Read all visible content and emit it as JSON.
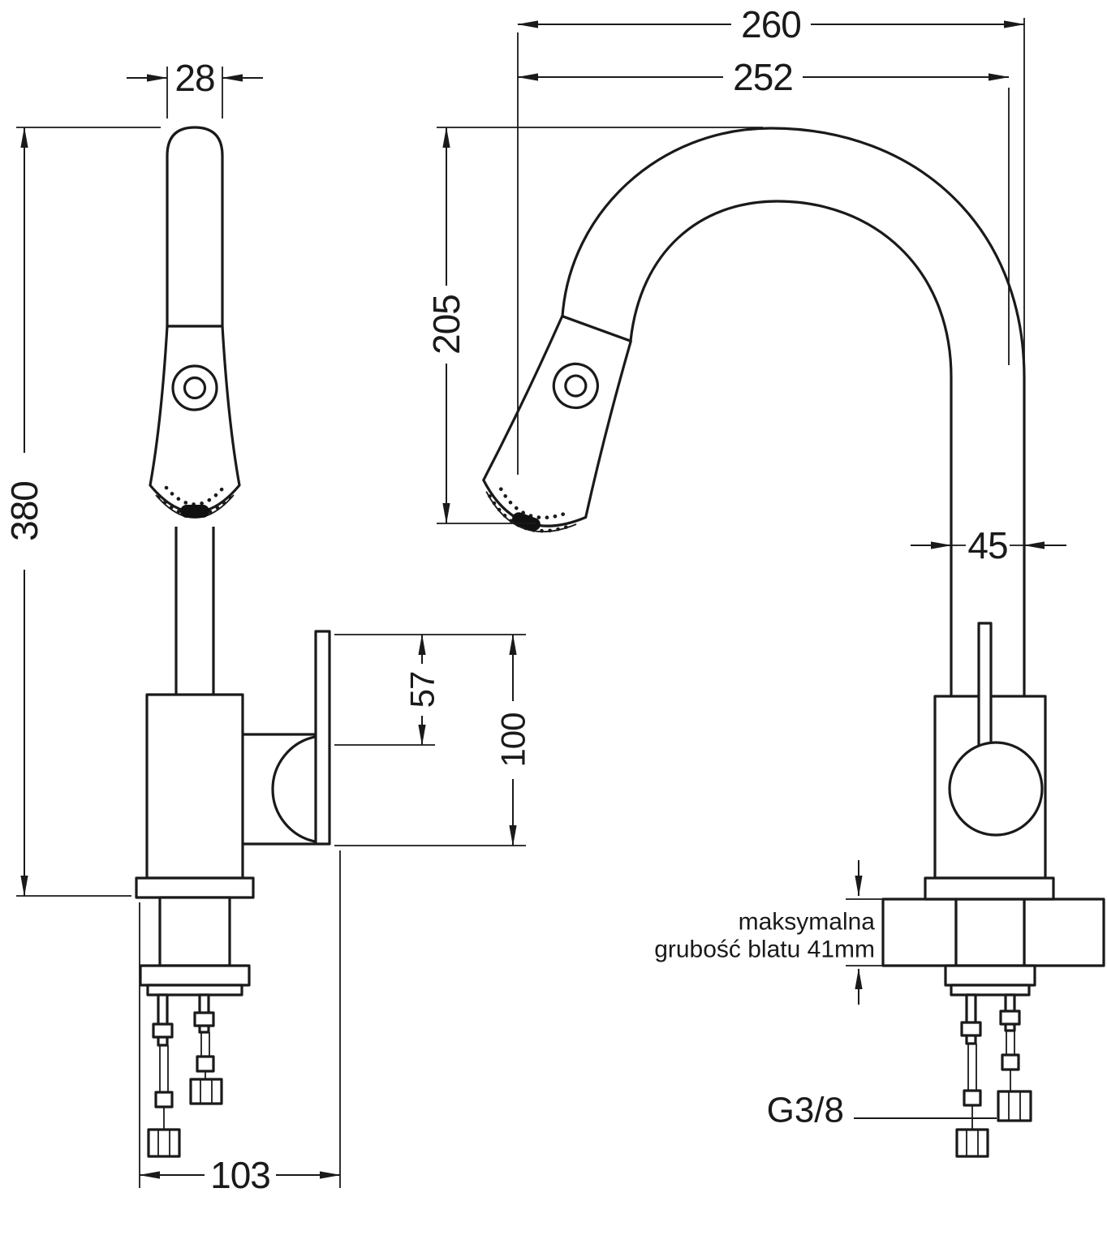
{
  "drawing": {
    "views": {
      "front": {
        "name": "front-view"
      },
      "side": {
        "name": "side-view"
      }
    },
    "dimensions": {
      "spray_head_width": "28",
      "overall_height": "380",
      "handle_upper_height": "57",
      "handle_height": "100",
      "base_depth": "103",
      "spout_reach_outer": "260",
      "spout_reach": "252",
      "spout_clearance": "205",
      "body_diameter": "45"
    },
    "labels": {
      "thread_size": "G3/8",
      "counter_note_line1": "maksymalna",
      "counter_note_line2": "grubość blatu 41mm"
    },
    "colors": {
      "line": "#1a1a1a",
      "background": "#ffffff"
    }
  }
}
